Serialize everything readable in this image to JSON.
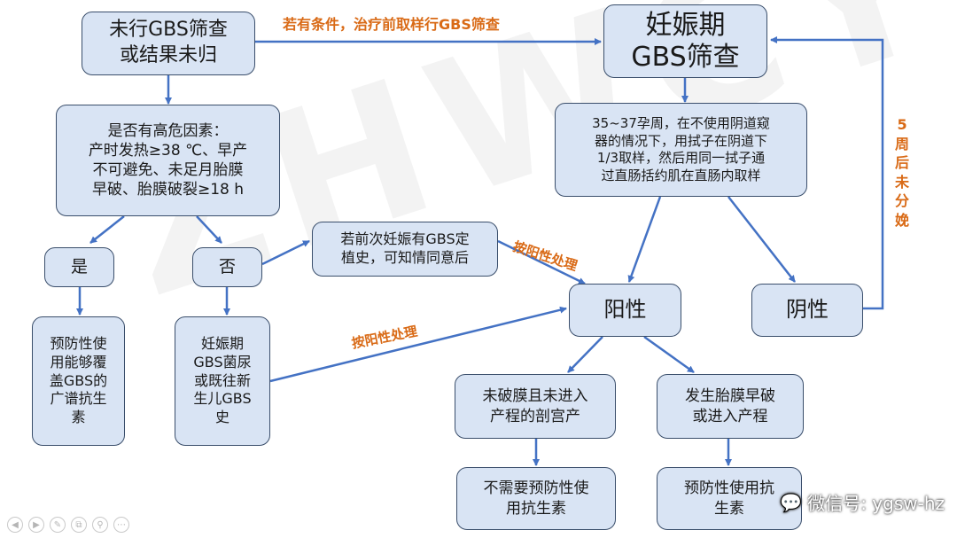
{
  "watermark": "ZHWCYXZZ",
  "nodes": {
    "no_screen": "未行GBS筛查\n或结果未归",
    "pregnancy_screen": "妊娠期\nGBS筛查",
    "risk_factors": "是否有高危因素：\n产时发热≥38 ℃、早产\n不可避免、未足月胎膜\n早破、胎膜破裂≥18 h",
    "sampling": "35~37孕周，在不使用阴道窥\n器的情况下，用拭子在阴道下\n1/3取样，然后用同一拭子通\n过直肠括约肌在直肠内取样",
    "yes": "是",
    "no": "否",
    "prior_history": "若前次妊娠有GBS定\n植史，可知情同意后",
    "positive": "阳性",
    "negative": "阴性",
    "prophylaxis_broad": "预防性使\n用能够覆\n盖GBS的\n广谱抗生\n素",
    "gbs_history": "妊娠期\nGBS菌尿\n或既往新\n生儿GBS\n史",
    "no_rupture_cesarean": "未破膜且未进入\n产程的剖宫产",
    "rupture_or_labor": "发生胎膜早破\n或进入产程",
    "no_prophylaxis": "不需要预防性使\n用抗生素",
    "prophylaxis_use": "预防性使用抗\n生素"
  },
  "edge_labels": {
    "conditional": "若有条件，治疗前取样行GBS筛查",
    "treat_positive_1": "按阳性处理",
    "treat_positive_2": "按阳性处理",
    "recheck": "5\n周\n后\n未\n分\n娩"
  },
  "credit": {
    "icon": "wechat-icon",
    "text": "微信号: ygsw-hz"
  },
  "toolbar_icons": [
    "back-icon",
    "forward-icon",
    "pen-icon",
    "copy-icon",
    "zoom-icon",
    "more-icon"
  ]
}
